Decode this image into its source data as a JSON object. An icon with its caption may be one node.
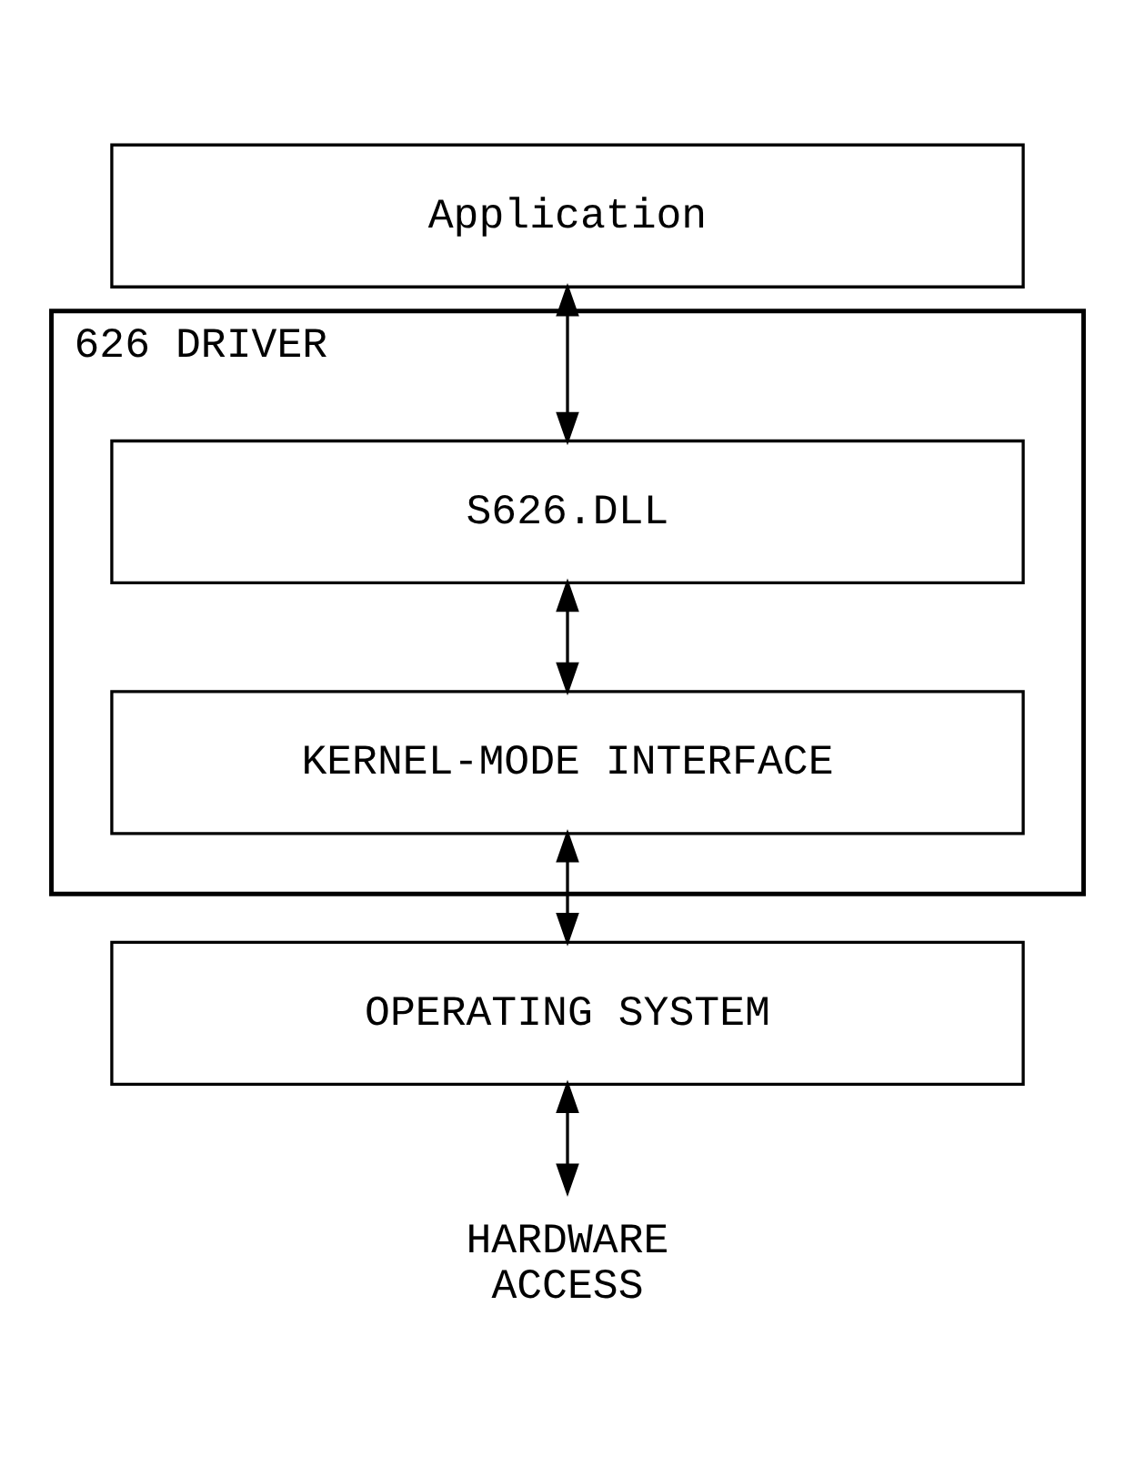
{
  "diagram": {
    "nodes": [
      {
        "text": [
          "Application"
        ]
      },
      {
        "text": [
          "626 DRIVER"
        ]
      },
      {
        "text": [
          "S626.DLL"
        ],
        "in": 1
      },
      {
        "text": [
          "KERNEL-MODE INTERFACE"
        ],
        "in": 1
      },
      {
        "text": [
          "OPERATING SYSTEM"
        ]
      },
      {
        "text": [
          "HARDWARE ACCESS"
        ]
      }
    ],
    "edges": [
      {
        "from": 0,
        "to": 2,
        "arrow": "both"
      },
      {
        "from": 2,
        "to": 3,
        "arrow": "both"
      },
      {
        "from": 3,
        "to": 4,
        "arrow": "both"
      },
      {
        "from": 4,
        "to": 5,
        "arrow": "both"
      }
    ]
  }
}
